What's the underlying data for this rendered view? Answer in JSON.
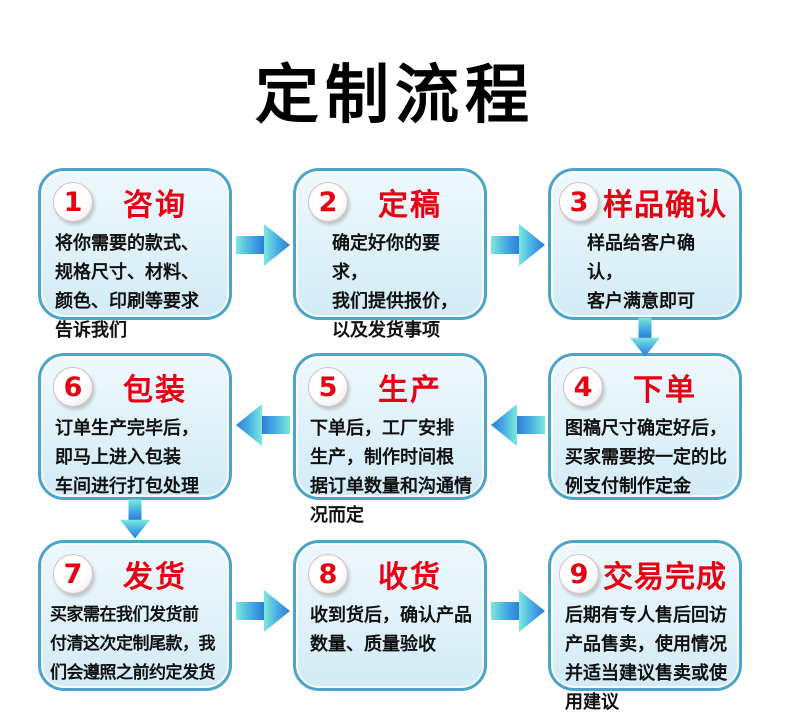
{
  "page": {
    "title": "定制流程"
  },
  "colors": {
    "accent_red": "#e60012",
    "box_border": "#4da4c9",
    "box_fill_top": "#eef8fc",
    "box_fill_bottom": "#d2ebf6",
    "arrow_tail": "#7de9dc",
    "arrow_mid": "#44a8e4",
    "arrow_head": "#2d7bd8",
    "body_text": "#111111"
  },
  "steps": [
    {
      "number": "1",
      "title": "咨询",
      "desc": "将你需要的款式、\n规格尺寸、材料、\n颜色、印刷等要求\n告诉我们"
    },
    {
      "number": "2",
      "title": "定稿",
      "desc": "确定好你的要求，\n我们提供报价，\n以及发货事项"
    },
    {
      "number": "3",
      "title": "样品确认",
      "desc": "样品给客户确认，\n客户满意即可"
    },
    {
      "number": "4",
      "title": "下单",
      "desc": "图稿尺寸确定好后，\n买家需要按一定的比\n例支付制作定金"
    },
    {
      "number": "5",
      "title": "生产",
      "desc": "下单后，工厂安排\n生产，制作时间根\n据订单数量和沟通情\n况而定"
    },
    {
      "number": "6",
      "title": "包装",
      "desc": "订单生产完毕后，\n即马上进入包装\n车间进行打包处理"
    },
    {
      "number": "7",
      "title": "发货",
      "desc": "买家需在我们发货前\n付清这次定制尾款，我\n们会遵照之前约定发货"
    },
    {
      "number": "8",
      "title": "收货",
      "desc": "收到货后，确认产品\n数量、质量验收"
    },
    {
      "number": "9",
      "title": "交易完成",
      "desc": "后期有专人售后回访\n产品售卖，使用情况\n并适当建议售卖或使\n用建议"
    }
  ],
  "flow_order": [
    "1→2",
    "2→3",
    "3→4",
    "4→5",
    "5→6",
    "6→7",
    "7→8",
    "8→9"
  ]
}
